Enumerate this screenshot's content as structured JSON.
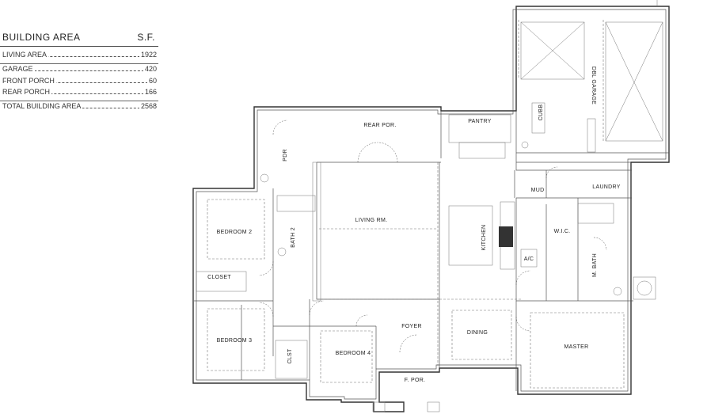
{
  "area_table": {
    "header_label": "BUILDING AREA",
    "header_unit": "S.F.",
    "rows": [
      {
        "label": "LIVING AREA",
        "value": "1922"
      },
      {
        "label": "GARAGE",
        "value": "420"
      },
      {
        "label": "FRONT PORCH",
        "value": "60"
      },
      {
        "label": "REAR PORCH",
        "value": "166"
      },
      {
        "label": "TOTAL BUILDING AREA",
        "value": "2568"
      }
    ]
  },
  "rooms": {
    "rear_porch": "REAR POR.",
    "pantry": "PANTRY",
    "dbl_garage": "DBL GARAGE",
    "laundry": "LAUNDRY",
    "mud": "MUD",
    "living_rm": "LIVING RM.",
    "kitchen": "KITCHEN",
    "bedroom_2": "BEDROOM 2",
    "bath_2": "BATH 2",
    "closet": "CLOSET",
    "bedroom_3": "BEDROOM 3",
    "clst": "CLST",
    "bedroom_4": "BEDROOM 4",
    "foyer": "FOYER",
    "front_porch": "F. POR.",
    "dining": "DINING",
    "wic": "W.I.C.",
    "m_bath": "M. BATH",
    "master": "MASTER",
    "ac": "A/C",
    "cubb": "CUBB",
    "pdr": "PDR"
  }
}
